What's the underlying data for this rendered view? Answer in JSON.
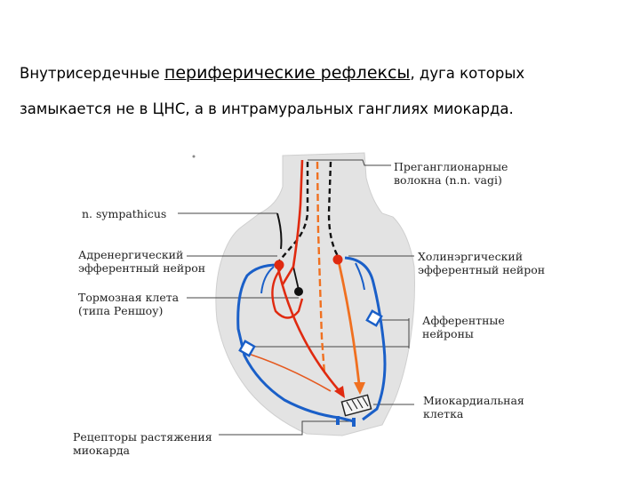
{
  "heading": {
    "line1_start": "Внутрисердечные ",
    "line1_emphasis": "периферические рефлексы",
    "line1_end": ", дуга которых",
    "line2": "замыкается не в ЦНС, а в интрамуральных ганглиях миокарда."
  },
  "labels": {
    "preganglionic": [
      "Преганглионарные",
      "волокна (n.n. vagi)"
    ],
    "sympathicus": [
      "n. sympathicus"
    ],
    "adrenergic": [
      "Адренергический",
      "эфферентный нейрон"
    ],
    "inhibitory": [
      "Тормозная клета",
      "(типа Реншоу)"
    ],
    "cholinergic": [
      "Холинэргический",
      "эфферентный нейрон"
    ],
    "afferent": [
      "Афферентные",
      "нейроны"
    ],
    "myocardial": [
      "Миокардиальная",
      "клетка"
    ],
    "receptors": [
      "Рецепторы растяжения",
      "миокарда"
    ]
  },
  "colors": {
    "heart_fill": "#e3e3e3",
    "neuron_blue": "#1a5fc8",
    "efferent_red": "#e02a10",
    "afferent_orange": "#f07020",
    "nerve_black": "#111111",
    "leader_line": "#444444"
  }
}
